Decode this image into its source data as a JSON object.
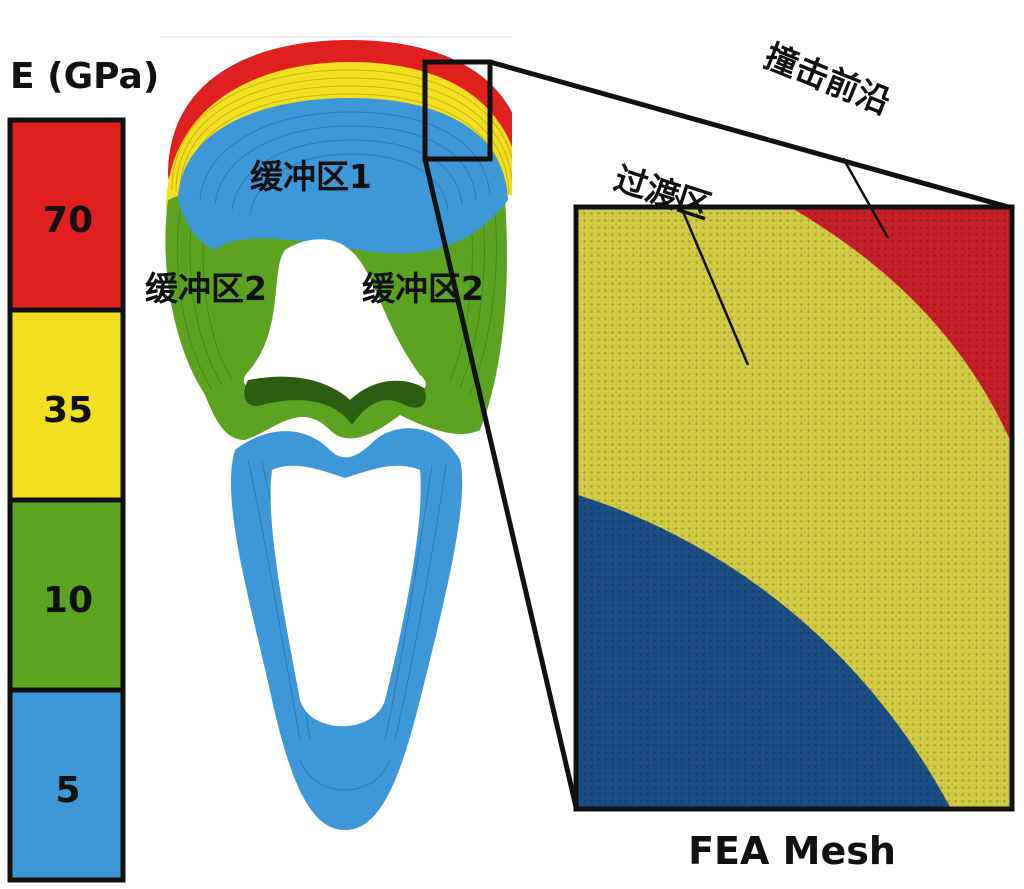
{
  "legend": {
    "title": "E (GPa)",
    "entries": [
      {
        "label": "70",
        "color": "#e0201f"
      },
      {
        "label": "35",
        "color": "#f2df1f"
      },
      {
        "label": "10",
        "color": "#5da322"
      },
      {
        "label": "5",
        "color": "#3e97d6"
      }
    ]
  },
  "labels": {
    "buffer1": "缓冲区1",
    "buffer2_left": "缓冲区2",
    "buffer2_right": "缓冲区2",
    "transition": "过渡区",
    "impact_edge": "撞击前沿",
    "mesh_caption": "FEA Mesh"
  },
  "mesh_colors": {
    "red": "#c8202a",
    "yellow": "#d4cd45",
    "blue": "#1c4f86"
  }
}
